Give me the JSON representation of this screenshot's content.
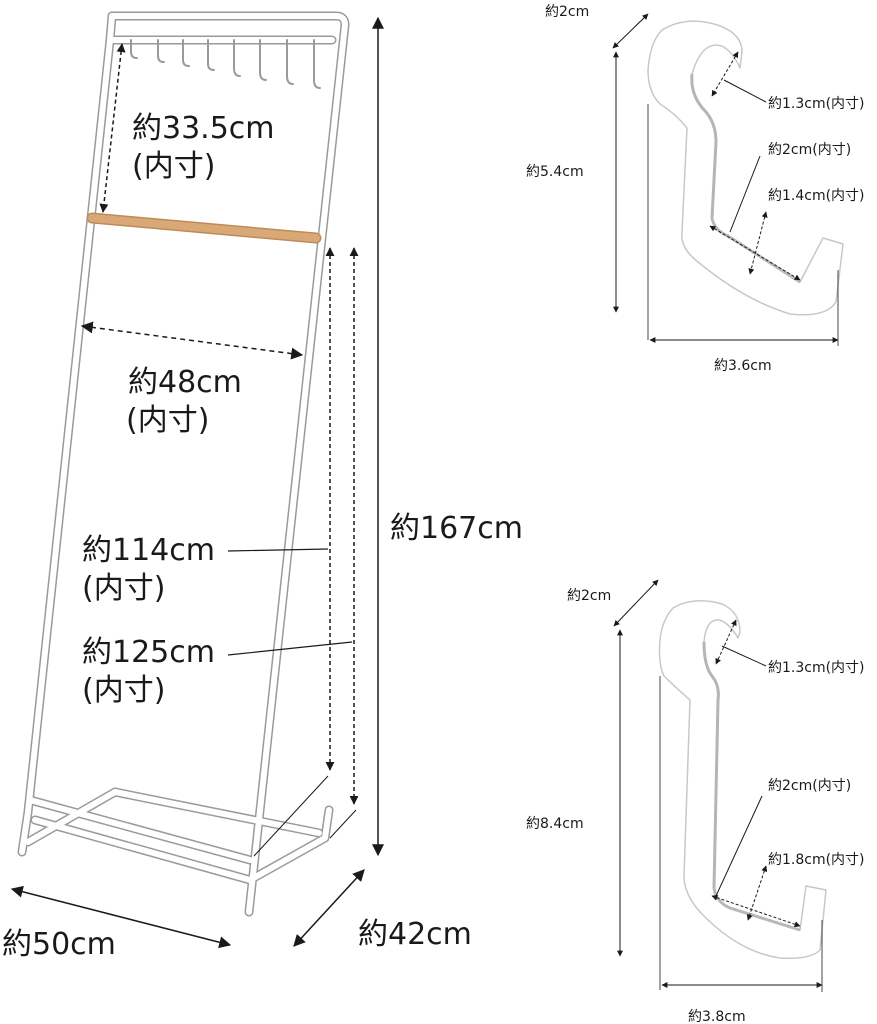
{
  "rack": {
    "hook_area_height": "約33.5cm",
    "hook_area_inner": "(内寸)",
    "inner_width": "約48cm",
    "inner_width_inner": "(内寸)",
    "height_114": "約114cm",
    "height_114_inner": "(内寸)",
    "height_125": "約125cm",
    "height_125_inner": "(内寸)",
    "total_height": "約167cm",
    "depth": "約42cm",
    "width": "約50cm",
    "colors": {
      "frame": "#ffffff",
      "outline": "#9a9a9a",
      "wood_bar": "#d8a877",
      "dim": "#1a1a1a"
    }
  },
  "hook_small": {
    "depth": "約2cm",
    "top_inner": "約1.3cm(内寸)",
    "bottom_inner_width": "約2cm(内寸)",
    "bottom_inner_depth": "約1.4cm(内寸)",
    "height": "約5.4cm",
    "width": "約3.6cm"
  },
  "hook_large": {
    "depth": "約2cm",
    "top_inner": "約1.3cm(内寸)",
    "bottom_inner_width": "約2cm(内寸)",
    "bottom_inner_depth": "約1.8cm(内寸)",
    "height": "約8.4cm",
    "width": "約3.8cm"
  }
}
